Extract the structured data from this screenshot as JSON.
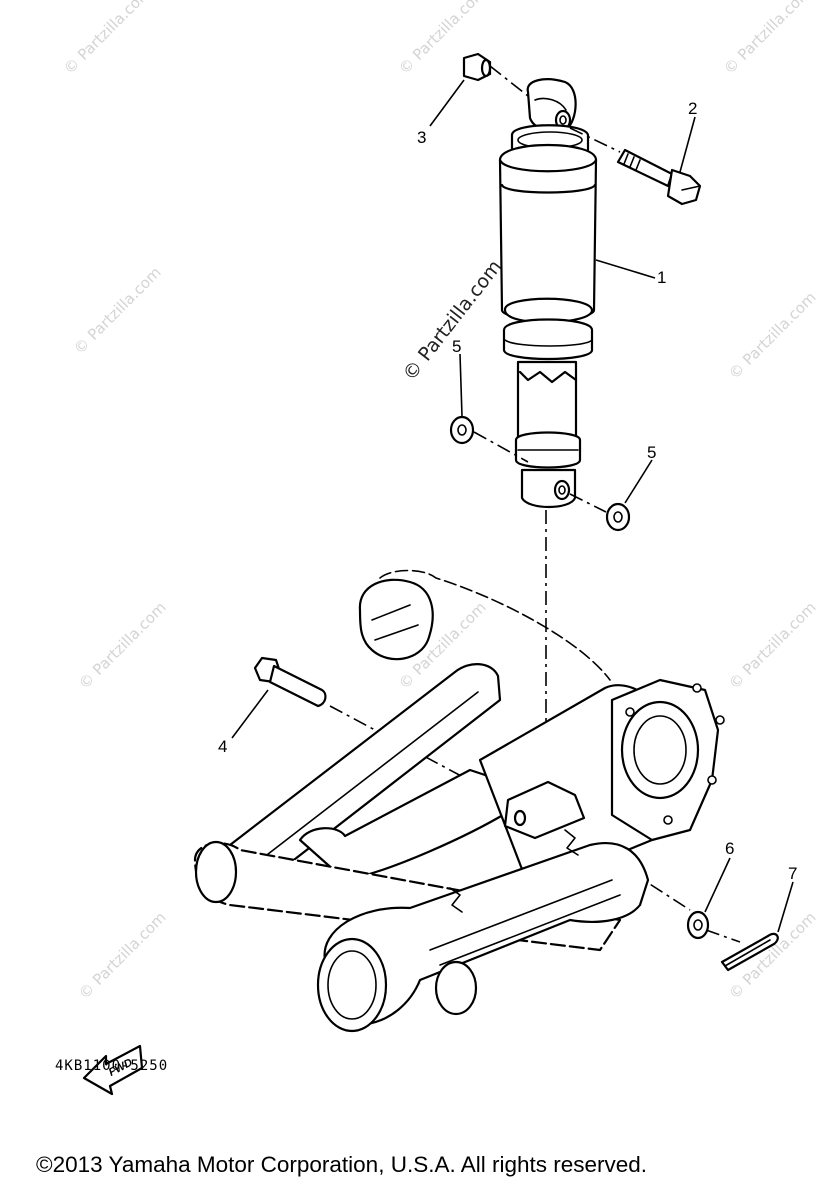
{
  "callouts": {
    "c1": "1",
    "c2": "2",
    "c3": "3",
    "c4": "4",
    "c5a": "5",
    "c5b": "5",
    "c6": "6",
    "c7": "7"
  },
  "watermark": {
    "small": "© Partzilla.com",
    "center": "© Partzilla.com"
  },
  "fwd_label": "FWD",
  "part_code": "4KB1100-5250",
  "copyright": "©2013 Yamaha Motor Corporation, U.S.A. All rights reserved.",
  "colors": {
    "ink": "#000000",
    "watermark": "#d4d4d4",
    "background": "#ffffff"
  }
}
